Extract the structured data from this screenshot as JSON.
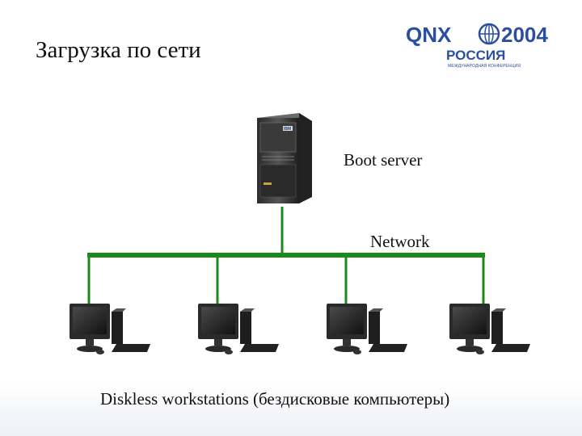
{
  "title": "Загрузка по сети",
  "logo": {
    "brand": "QNX",
    "year": "2004",
    "country": "РОССИЯ",
    "tagline": "МЕЖДУНАРОДНАЯ КОНФЕРЕНЦИЯ"
  },
  "server": {
    "label": "Boot server",
    "brand": "IBM"
  },
  "network": {
    "label": "Network",
    "color": "#1a8a1a"
  },
  "workstations": {
    "label": "Diskless workstations (бездисковые компьютеры)",
    "count": 4
  }
}
